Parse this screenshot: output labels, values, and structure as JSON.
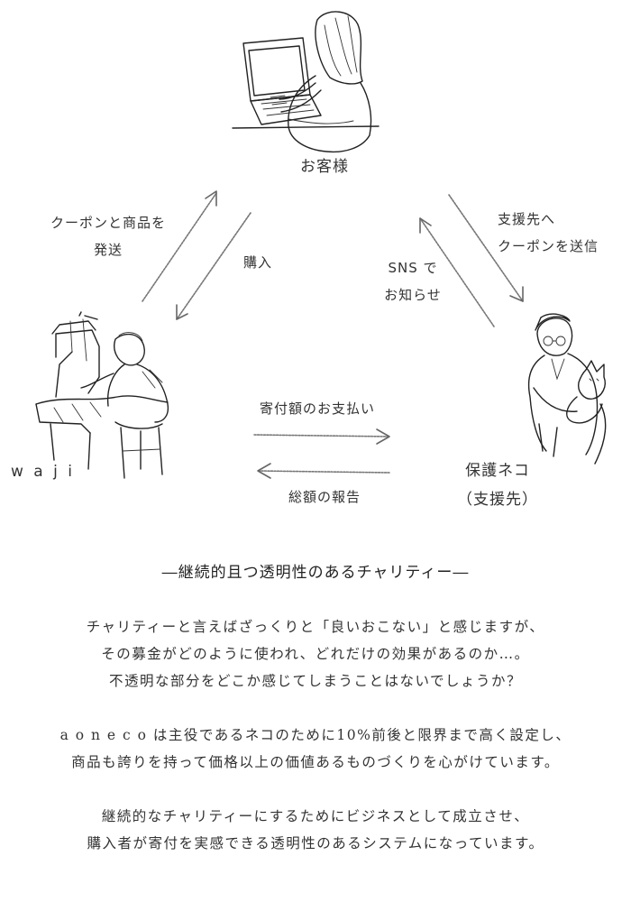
{
  "diagram": {
    "nodes": {
      "customer": {
        "label": "お客様"
      },
      "waji": {
        "label": "w a j i"
      },
      "shelter": {
        "label_line1": "保護ネコ",
        "label_line2": "（支援先）"
      }
    },
    "edges": {
      "waji_to_customer": {
        "line1": "クーポンと商品を",
        "line2": "発送"
      },
      "customer_to_waji": {
        "line1": "購入"
      },
      "shelter_to_customer": {
        "line1": "SNS で",
        "line2": "お知らせ"
      },
      "customer_to_shelter": {
        "line1": "支援先へ",
        "line2": "クーポンを送信"
      },
      "waji_to_shelter": {
        "line1": "寄付額のお支払い"
      },
      "shelter_to_waji": {
        "line1": "総額の報告"
      }
    }
  },
  "article": {
    "heading": "―継続的且つ透明性のあるチャリティー―",
    "paragraphs": [
      [
        "チャリティーと言えばざっくりと「良いおこない」と感じますが、",
        "その募金がどのように使われ、どれだけの効果があるのか…。",
        "不透明な部分をどこか感じてしまうことはないでしょうか？"
      ],
      [
        "a o n e c o は主役であるネコのために10%前後と限界まで高く設定し、",
        "商品も誇りを持って価格以上の価値あるものづくりを心がけています。"
      ],
      [
        "継続的なチャリティーにするためにビジネスとして成立させ、",
        "購入者が寄付を実感できる透明性のあるシステムになっています。"
      ]
    ]
  }
}
